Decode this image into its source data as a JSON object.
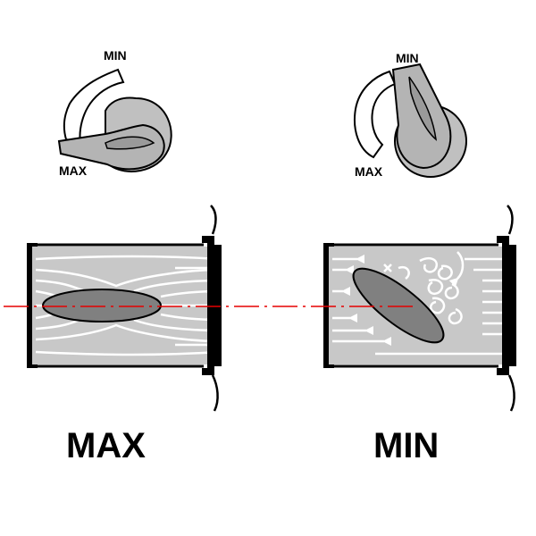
{
  "labels": {
    "left_knob_min": "MIN",
    "left_knob_max": "MAX",
    "right_knob_min": "MIN",
    "right_knob_max": "MAX",
    "left_title": "MAX",
    "right_title": "MIN"
  },
  "colors": {
    "body_fill": "#c8c8c8",
    "disc_fill": "#808080",
    "outline": "#000000",
    "flow": "#ffffff",
    "axis": "#e60000"
  }
}
